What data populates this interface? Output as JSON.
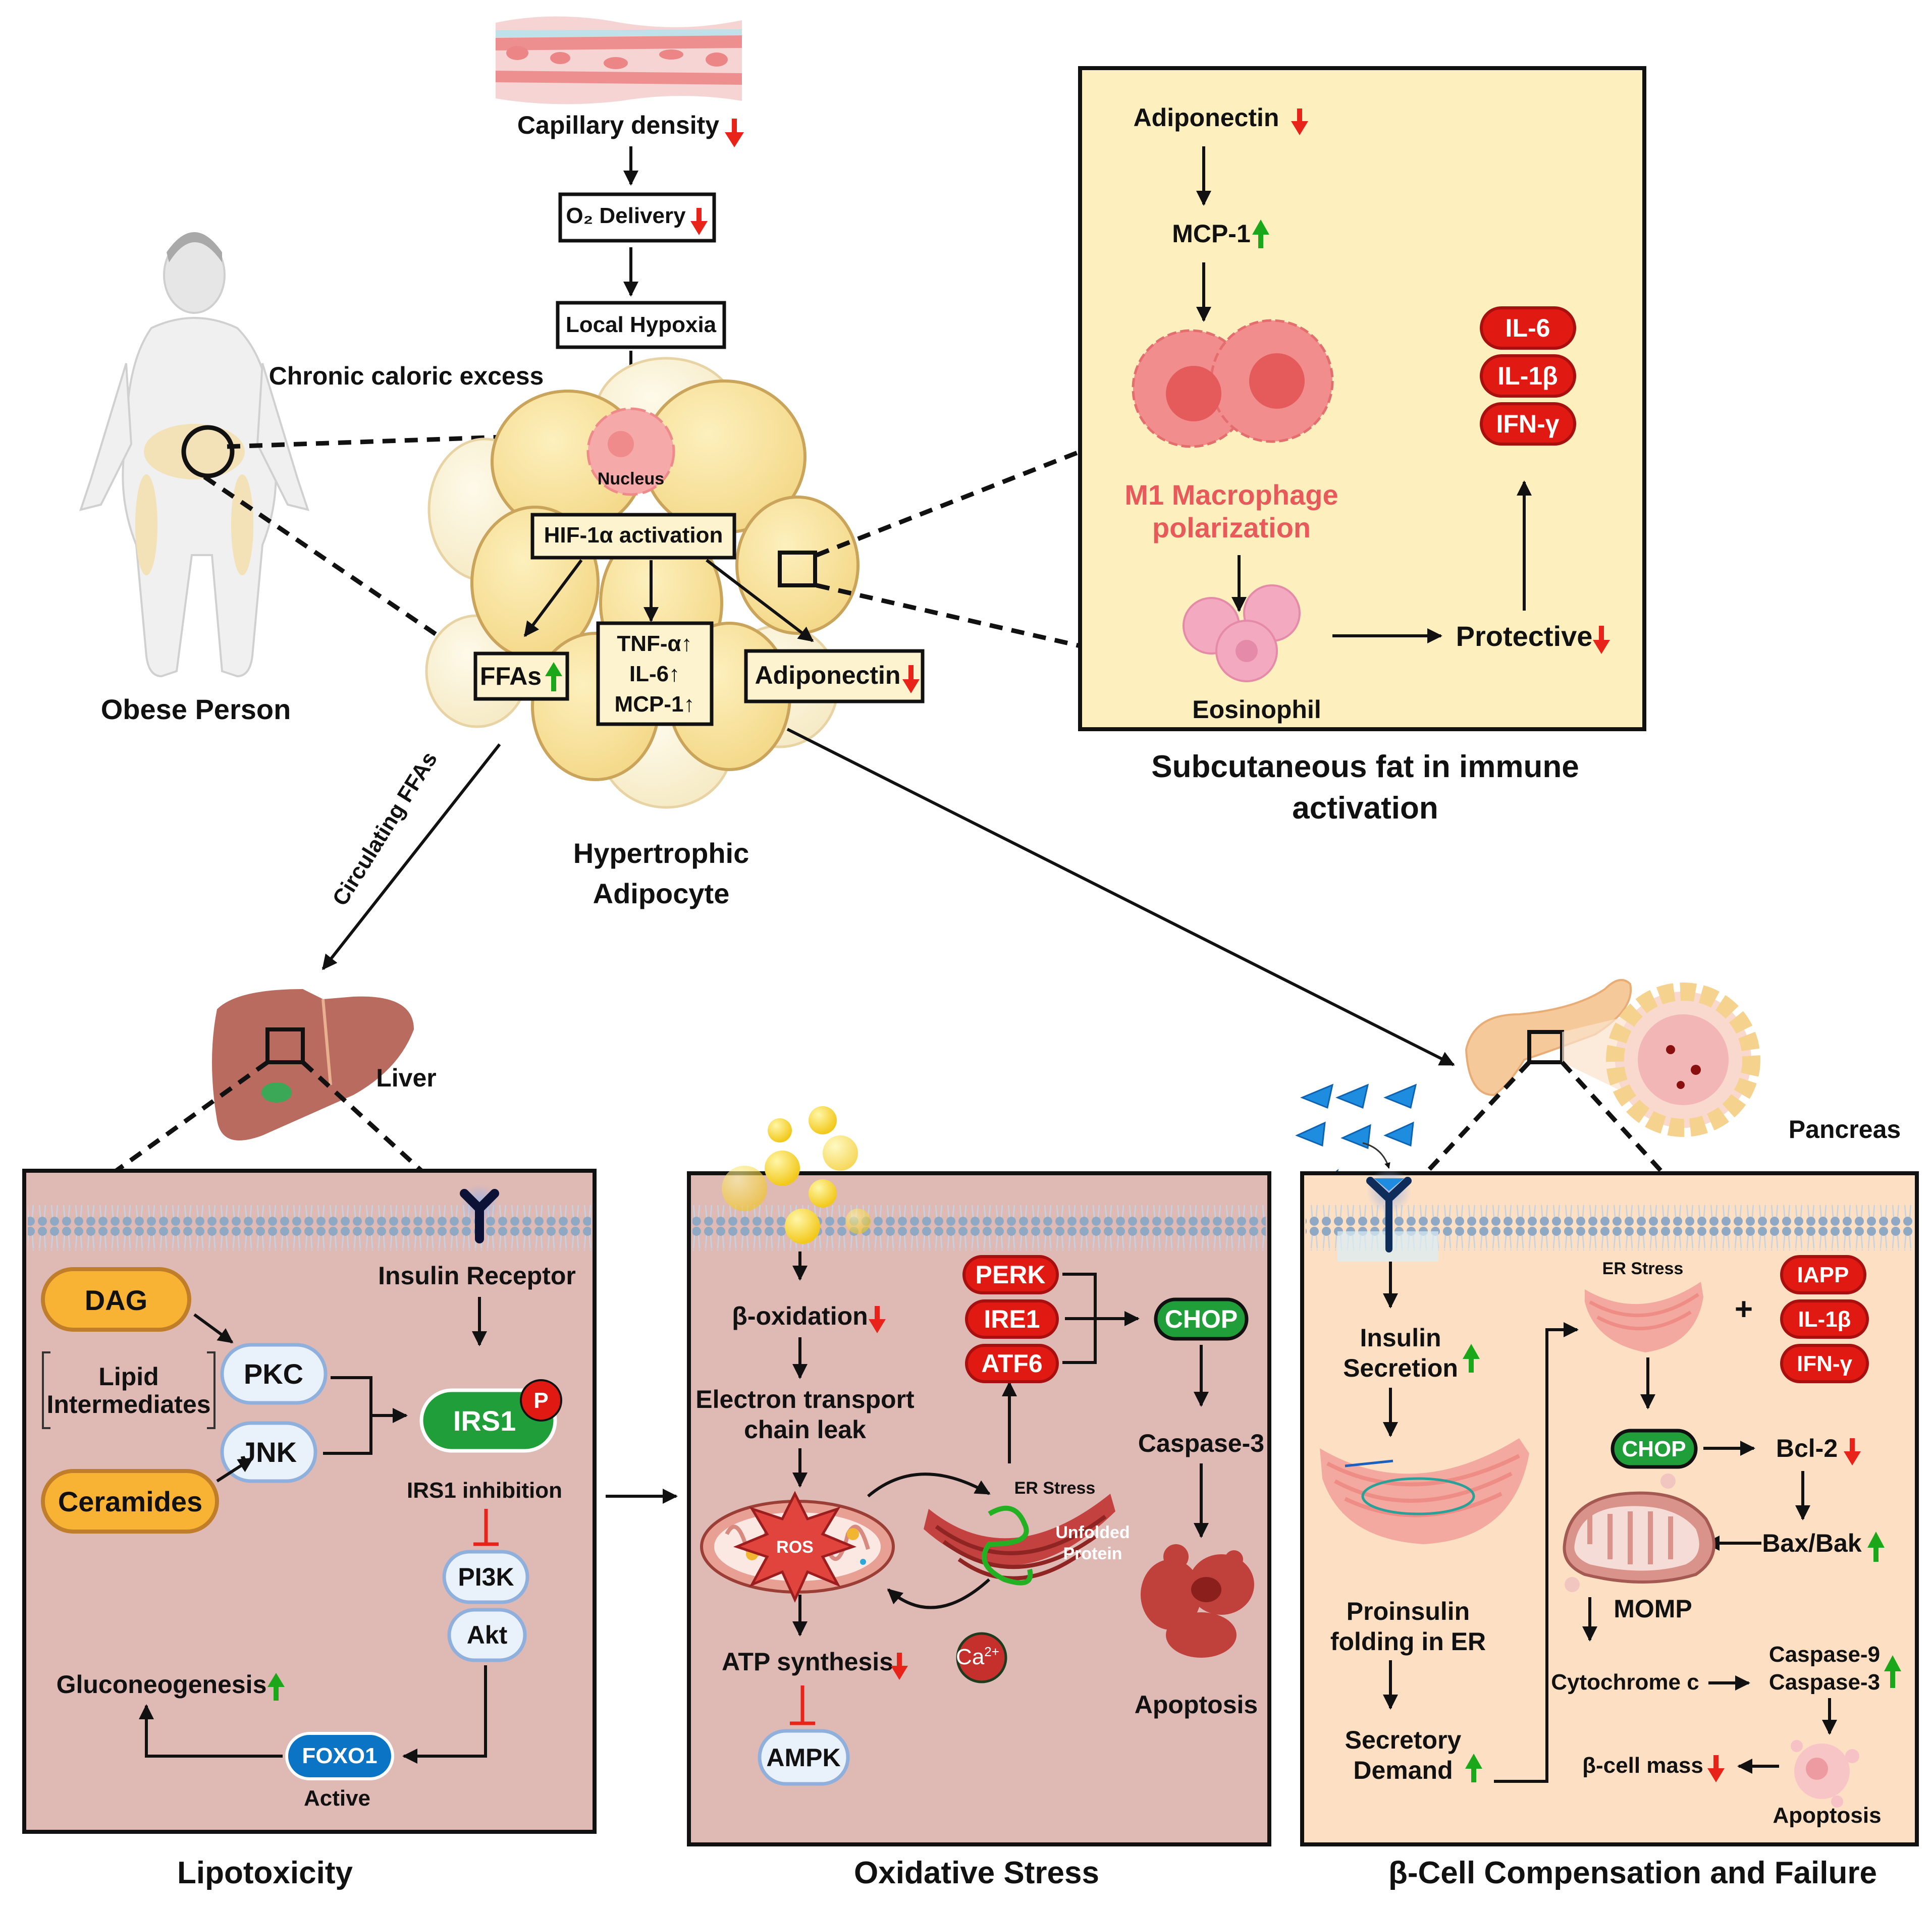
{
  "colors": {
    "up_arrow": "#1aa81a",
    "down_arrow": "#e8231a",
    "immune_panel_bg": "#fdf0be",
    "liver_panel_bg": "#dfb9b4",
    "oxidative_panel_bg": "#dfb9b4",
    "beta_panel_bg": "#fde0c4",
    "red_pill": "#e01a12",
    "green_pill": "#1f9e3a",
    "orange_pill": "#f8b234",
    "light_blue_pill": "#e9f1fb",
    "foxo1_blue": "#0b74c4"
  },
  "top": {
    "capillary_label": "Capillary density",
    "o2_label": "O₂ Delivery",
    "hypoxia_label": "Local Hypoxia",
    "chronic_label": "Chronic caloric excess",
    "person_label": "Obese Person",
    "nucleus_label": "Nucleus",
    "hif_label": "HIF-1α activation",
    "ffas_label": "FFAs",
    "cytokines": [
      "TNF-α↑",
      "IL-6↑",
      "MCP-1↑"
    ],
    "adiponectin_label": "Adiponectin",
    "adipocyte_caption": [
      "Hypertrophic",
      "Adipocyte"
    ],
    "circulating_label": "Circulating FFAs",
    "liver_label": "Liver",
    "pancreas_label": "Pancreas"
  },
  "immune": {
    "adiponectin": "Adiponectin",
    "mcp1": "MCP-1",
    "m1_label": [
      "M1 Macrophage",
      "polarization"
    ],
    "eosinophil": "Eosinophil",
    "protective": "Protective",
    "cytokines": [
      "IL-6",
      "IL-1β",
      "IFN-γ"
    ],
    "caption": [
      "Subcutaneous fat in immune",
      "activation"
    ]
  },
  "liver_panel": {
    "insulin_receptor": "Insulin Receptor",
    "dag": "DAG",
    "pkc": "PKC",
    "lipid": [
      "Lipid",
      "Intermediates"
    ],
    "jnk": "JNK",
    "ceramides": "Ceramides",
    "irs1": "IRS1",
    "p_badge": "P",
    "irs1_inhibition": "IRS1 inhibition",
    "pi3k": "PI3K",
    "akt": "Akt",
    "gluconeogenesis": "Gluconeogenesis",
    "foxo1": "FOXO1",
    "active": "Active",
    "caption": "Lipotoxicity"
  },
  "oxidative_panel": {
    "beta_ox": "β-oxidation",
    "etc": [
      "Electron transport",
      "chain leak"
    ],
    "ros": "ROS",
    "atp": "ATP synthesis",
    "ampk": "AMPK",
    "perk": "PERK",
    "ire1": "IRE1",
    "atf6": "ATF6",
    "chop": "CHOP",
    "caspase3": "Caspase-3",
    "apoptosis": "Apoptosis",
    "er_stress": "ER Stress",
    "unfolded": [
      "Unfolded",
      "Protein"
    ],
    "ca": "Ca",
    "ca_sup": "2+",
    "caption": "Oxidative Stress"
  },
  "beta_panel": {
    "insulin_secretion": [
      "Insulin",
      "Secretion"
    ],
    "proinsulin": [
      "Proinsulin",
      "folding in ER"
    ],
    "secretory": [
      "Secretory",
      "Demand"
    ],
    "er_stress": "ER Stress",
    "plus": "+",
    "stressors": [
      "IAPP",
      "IL-1β",
      "IFN-γ"
    ],
    "chop": "CHOP",
    "bcl2": "Bcl-2",
    "baxbak": "Bax/Bak",
    "momp": "MOMP",
    "cytc": "Cytochrome c",
    "caspases": [
      "Caspase-9",
      "Caspase-3"
    ],
    "beta_mass": "β-cell mass",
    "apoptosis": "Apoptosis",
    "caption": "β-Cell Compensation and Failure"
  }
}
